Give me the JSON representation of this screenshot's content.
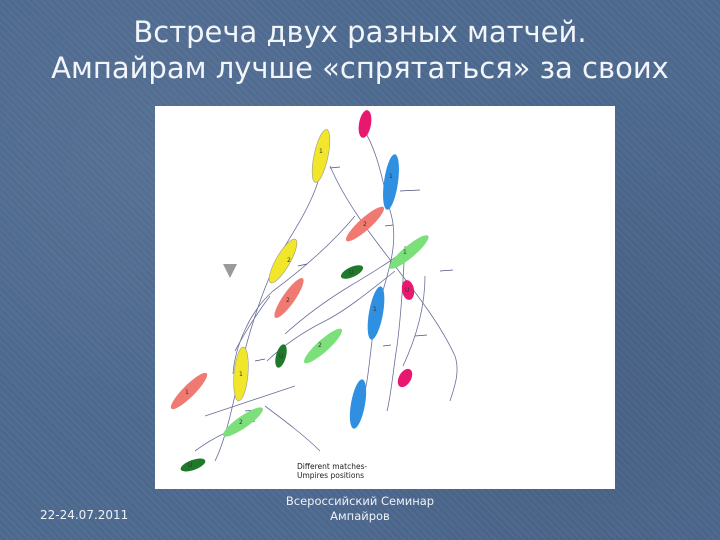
{
  "slide": {
    "title_line1": "Встреча двух разных матчей.",
    "title_line2": "Ампайрам лучше «спрятаться» за своих"
  },
  "figure": {
    "caption_line1": "Different matches-",
    "caption_line2": "Umpires positions",
    "colors": {
      "yellow": "#f2e62a",
      "blue": "#2f8fe0",
      "salmon": "#f07a72",
      "green": "#7be07a",
      "darkgreen": "#1e7a2a",
      "magenta": "#e8186e",
      "grey": "#9a9a9a"
    },
    "boat_labels": [
      "1",
      "2",
      "1",
      "2",
      "U",
      "U",
      "1",
      "2",
      "U",
      "U",
      "1",
      "1",
      "2",
      "1",
      "2"
    ]
  },
  "footer": {
    "date": "22-24.07.2011",
    "center_line1": "Всероссийский Семинар",
    "center_line2": "Ампайров"
  }
}
